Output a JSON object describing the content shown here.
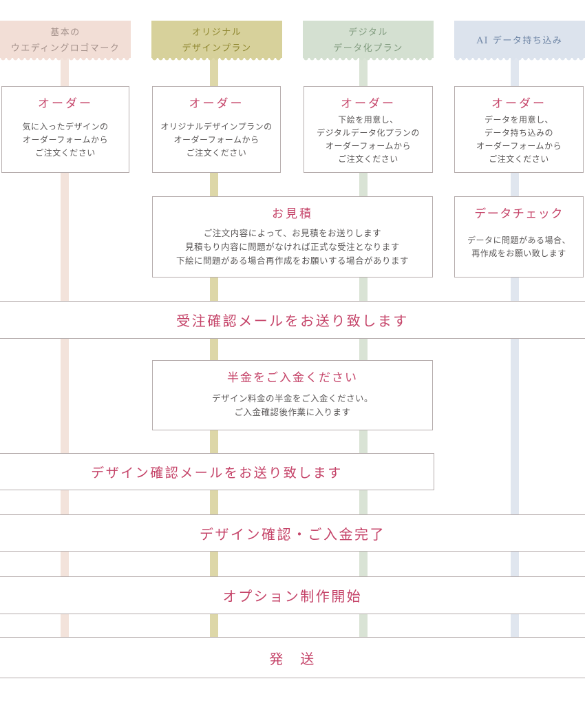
{
  "palette": {
    "rose": "#c54469",
    "text": "#5a5757",
    "border": "#b5acac",
    "background": "#ffffff"
  },
  "columns": [
    {
      "name": "basic-wedding-logo",
      "label_lines": [
        "基本の",
        "ウエディングロゴマーク"
      ],
      "bg": "#f2ded6",
      "fg": "#a3908a",
      "line": "#f3e3db"
    },
    {
      "name": "original-design-plan",
      "label_lines": [
        "オリジナル",
        "デザインプラン"
      ],
      "bg": "#d7d19b",
      "fg": "#8f8730",
      "line": "#ddd7a8"
    },
    {
      "name": "digital-data-plan",
      "label_lines": [
        "デジタル",
        "データ化プラン"
      ],
      "bg": "#d4e0d1",
      "fg": "#7f9a7d",
      "line": "#d9e3d5"
    },
    {
      "name": "ai-data-import",
      "label_lines": [
        "AI データ持ち込み"
      ],
      "bg": "#dce3ed",
      "fg": "#6e85a5",
      "line": "#e0e6ef"
    }
  ],
  "order_boxes": [
    {
      "title": "オーダー",
      "body": [
        "気に入ったデザインの",
        "オーダーフォームから",
        "ご注文ください"
      ]
    },
    {
      "title": "オーダー",
      "body": [
        "オリジナルデザインプランの",
        "オーダーフォームから",
        "ご注文ください"
      ]
    },
    {
      "title": "オーダー",
      "body": [
        "下絵を用意し、",
        "デジタルデータ化プランの",
        "オーダーフォームから",
        "ご注文ください"
      ]
    },
    {
      "title": "オーダー",
      "body": [
        "データを用意し、",
        "データ持ち込みの",
        "オーダーフォームから",
        "ご注文ください"
      ]
    }
  ],
  "estimate_box": {
    "title": "お見積",
    "body": [
      "ご注文内容によって、お見積をお送りします",
      "見積もり内容に問題がなければ正式な受注となります",
      "下絵に問題がある場合再作成をお願いする場合があります"
    ]
  },
  "data_check_box": {
    "title": "データチェック",
    "body": [
      "データに問題がある場合、",
      "再作成をお願い致します"
    ]
  },
  "half_payment_box": {
    "title": "半金をご入金ください",
    "body": [
      "デザイン料金の半金をご入金ください。",
      "ご入金確認後作業に入ります"
    ]
  },
  "banners": {
    "order_confirmation": "受注確認メールをお送り致します",
    "design_confirmation_mail": "デザイン確認メールをお送り致します",
    "design_confirmed_payment_done": "デザイン確認・ご入金完了",
    "option_production_start": "オプション制作開始",
    "shipping": "発　送"
  }
}
